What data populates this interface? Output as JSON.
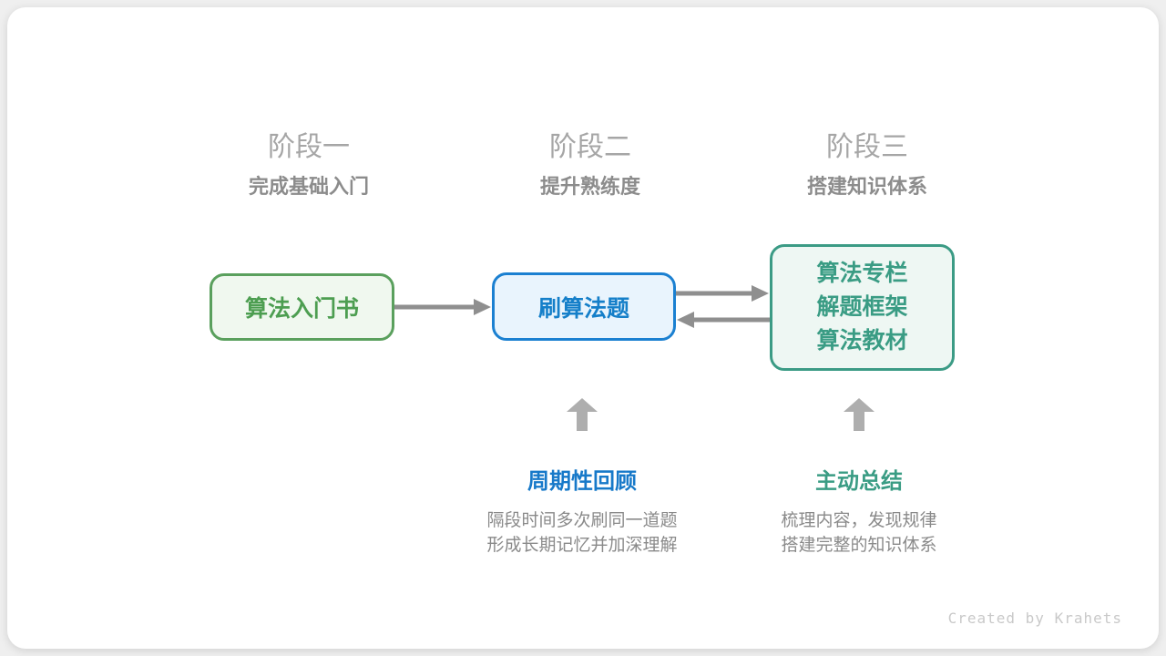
{
  "stages": [
    {
      "title": "阶段一",
      "subtitle": "完成基础入门"
    },
    {
      "title": "阶段二",
      "subtitle": "提升熟练度"
    },
    {
      "title": "阶段三",
      "subtitle": "搭建知识体系"
    }
  ],
  "nodes": [
    {
      "label": "算法入门书",
      "border_color": "#5aa05d",
      "text_color": "#4d9e51",
      "bg_color": "#f0f8ef"
    },
    {
      "label": "刷算法题",
      "border_color": "#1b80d1",
      "text_color": "#157fc9",
      "bg_color": "#e9f4fd"
    },
    {
      "lines": [
        "算法专栏",
        "解题框架",
        "算法教材"
      ],
      "border_color": "#3b9b85",
      "text_color": "#3a9c84",
      "bg_color": "#eef7f3"
    }
  ],
  "annotations": [
    {
      "title": "周期性回顾",
      "title_color": "#1779c9",
      "lines": [
        "隔段时间多次刷同一道题",
        "形成长期记忆并加深理解"
      ]
    },
    {
      "title": "主动总结",
      "title_color": "#3a9c84",
      "lines": [
        "梳理内容，发现规律",
        "搭建完整的知识体系"
      ]
    }
  ],
  "credit": "Created by Krahets",
  "colors": {
    "flow_arrow": "#8f8f8f",
    "block_arrow": "#aeaeae",
    "stage_title": "#a6a6a6",
    "stage_subtitle": "#8c8c8c",
    "description_text": "#8a8a8a",
    "credit_text": "#c9c9c9",
    "card_background": "#ffffff",
    "page_background": "#efefef"
  }
}
